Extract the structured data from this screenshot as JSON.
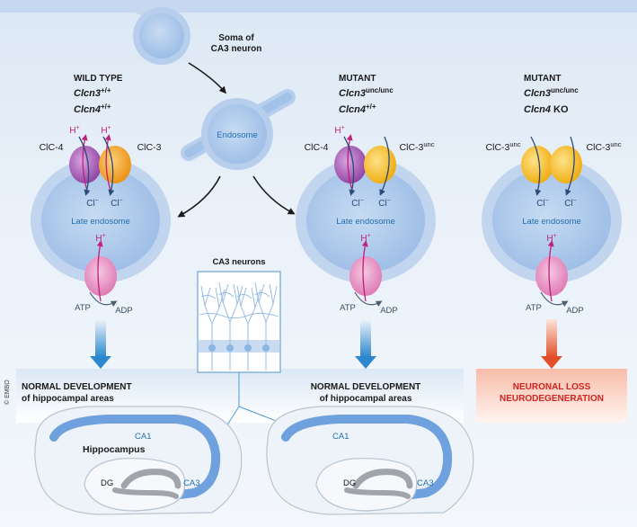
{
  "labels": {
    "soma": [
      "Soma of",
      "CA3 neuron"
    ],
    "endosome": "Endosome",
    "copyright": "© EMBO",
    "ca3_neurons": "CA3 neurons"
  },
  "columns": [
    {
      "title": "WILD TYPE",
      "gene1": {
        "name": "Clcn3",
        "sup": "+/+"
      },
      "gene2": {
        "name": "Clcn4",
        "sup": "+/+"
      },
      "left_channel": {
        "name": "ClC-4",
        "sup": ""
      },
      "right_channel": {
        "name": "ClC-3",
        "sup": ""
      },
      "proton": "H",
      "proton_sup": "+",
      "chloride": "Cl",
      "chloride_sup": "−",
      "vesicle": "Late endosome",
      "atp": "ATP",
      "adp": "ADP",
      "outcome": [
        "NORMAL DEVELOPMENT",
        "of hippocampal areas"
      ]
    },
    {
      "title": "MUTANT",
      "gene1": {
        "name": "Clcn3",
        "sup": "unc/unc"
      },
      "gene2": {
        "name": "Clcn4",
        "sup": "+/+"
      },
      "left_channel": {
        "name": "ClC-4",
        "sup": ""
      },
      "right_channel": {
        "name": "ClC-3",
        "sup": "unc"
      },
      "proton": "H",
      "proton_sup": "+",
      "chloride": "Cl",
      "chloride_sup": "−",
      "vesicle": "Late endosome",
      "atp": "ATP",
      "adp": "ADP",
      "outcome": [
        "NORMAL DEVELOPMENT",
        "of hippocampal areas"
      ]
    },
    {
      "title": "MUTANT",
      "gene1": {
        "name": "Clcn3",
        "sup": "unc/unc"
      },
      "gene2": {
        "name": "Clcn4",
        "sup": " KO"
      },
      "left_channel": {
        "name": "ClC-3",
        "sup": "unc"
      },
      "right_channel": {
        "name": "ClC-3",
        "sup": "unc"
      },
      "proton": "H",
      "proton_sup": "+",
      "chloride": "Cl",
      "chloride_sup": "−",
      "vesicle": "Late endosome",
      "atp": "ATP",
      "adp": "ADP",
      "outcome": [
        "NEURONAL LOSS",
        "NEURODEGENERATION"
      ]
    }
  ],
  "hippocampus": {
    "title": "Hippocampus",
    "ca1": "CA1",
    "ca3": "CA3",
    "dg": "DG"
  },
  "colors": {
    "background": "#e7eff9",
    "vesicle_outer": "#c2d5ee",
    "vesicle_inner": "#a8c5ea",
    "text_blue": "#1f6fb3",
    "proton_pink": "#c01f7a",
    "clc4_purple": "#a055b0",
    "clc3_orange": "#f6a623",
    "clc3unc_yellow": "#f8c21d",
    "pump_pink": "#e98fc3",
    "arrow_blue": "#2c88cc",
    "arrow_red": "#e2502a",
    "outcome_text_red": "#d1231f",
    "hippo_blue": "#6ea1dd",
    "dg_gray": "#a0a5ab"
  }
}
